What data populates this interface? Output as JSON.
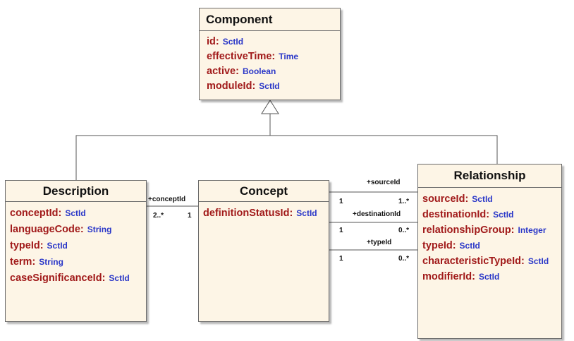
{
  "classes": {
    "component": {
      "name": "Component",
      "attributes": [
        {
          "name": "id",
          "type": "SctId"
        },
        {
          "name": "effectiveTime",
          "type": "Time"
        },
        {
          "name": "active",
          "type": "Boolean"
        },
        {
          "name": "moduleId",
          "type": "SctId"
        }
      ]
    },
    "description": {
      "name": "Description",
      "attributes": [
        {
          "name": "conceptId",
          "type": "SctId"
        },
        {
          "name": "languageCode",
          "type": "String"
        },
        {
          "name": "typeId",
          "type": "SctId"
        },
        {
          "name": "term",
          "type": "String"
        },
        {
          "name": "caseSignificanceId",
          "type": "SctId"
        }
      ]
    },
    "concept": {
      "name": "Concept",
      "attributes": [
        {
          "name": "definitionStatusId",
          "type": "SctId"
        }
      ]
    },
    "relationship": {
      "name": "Relationship",
      "attributes": [
        {
          "name": "sourceId",
          "type": "SctId"
        },
        {
          "name": "destinationId",
          "type": "SctId"
        },
        {
          "name": "relationshipGroup",
          "type": "Integer"
        },
        {
          "name": "typeId",
          "type": "SctId"
        },
        {
          "name": "characteristicTypeId",
          "type": "SctId"
        },
        {
          "name": "modifierId",
          "type": "SctId"
        }
      ]
    }
  },
  "associations": {
    "description_concept": {
      "role": "+conceptId",
      "mult_description": "2..*",
      "mult_concept": "1"
    },
    "source": {
      "role": "+sourceId",
      "mult_concept": "1",
      "mult_relationship": "1..*"
    },
    "destination": {
      "role": "+destinationId",
      "mult_concept": "1",
      "mult_relationship": "0..*"
    },
    "type": {
      "role": "+typeId",
      "mult_concept": "1",
      "mult_relationship": "0..*"
    }
  },
  "colors": {
    "fill": "#fdf5e6",
    "border": "#6b6b6b",
    "attr_name": "#a11a1a",
    "attr_type": "#2a37c8"
  }
}
